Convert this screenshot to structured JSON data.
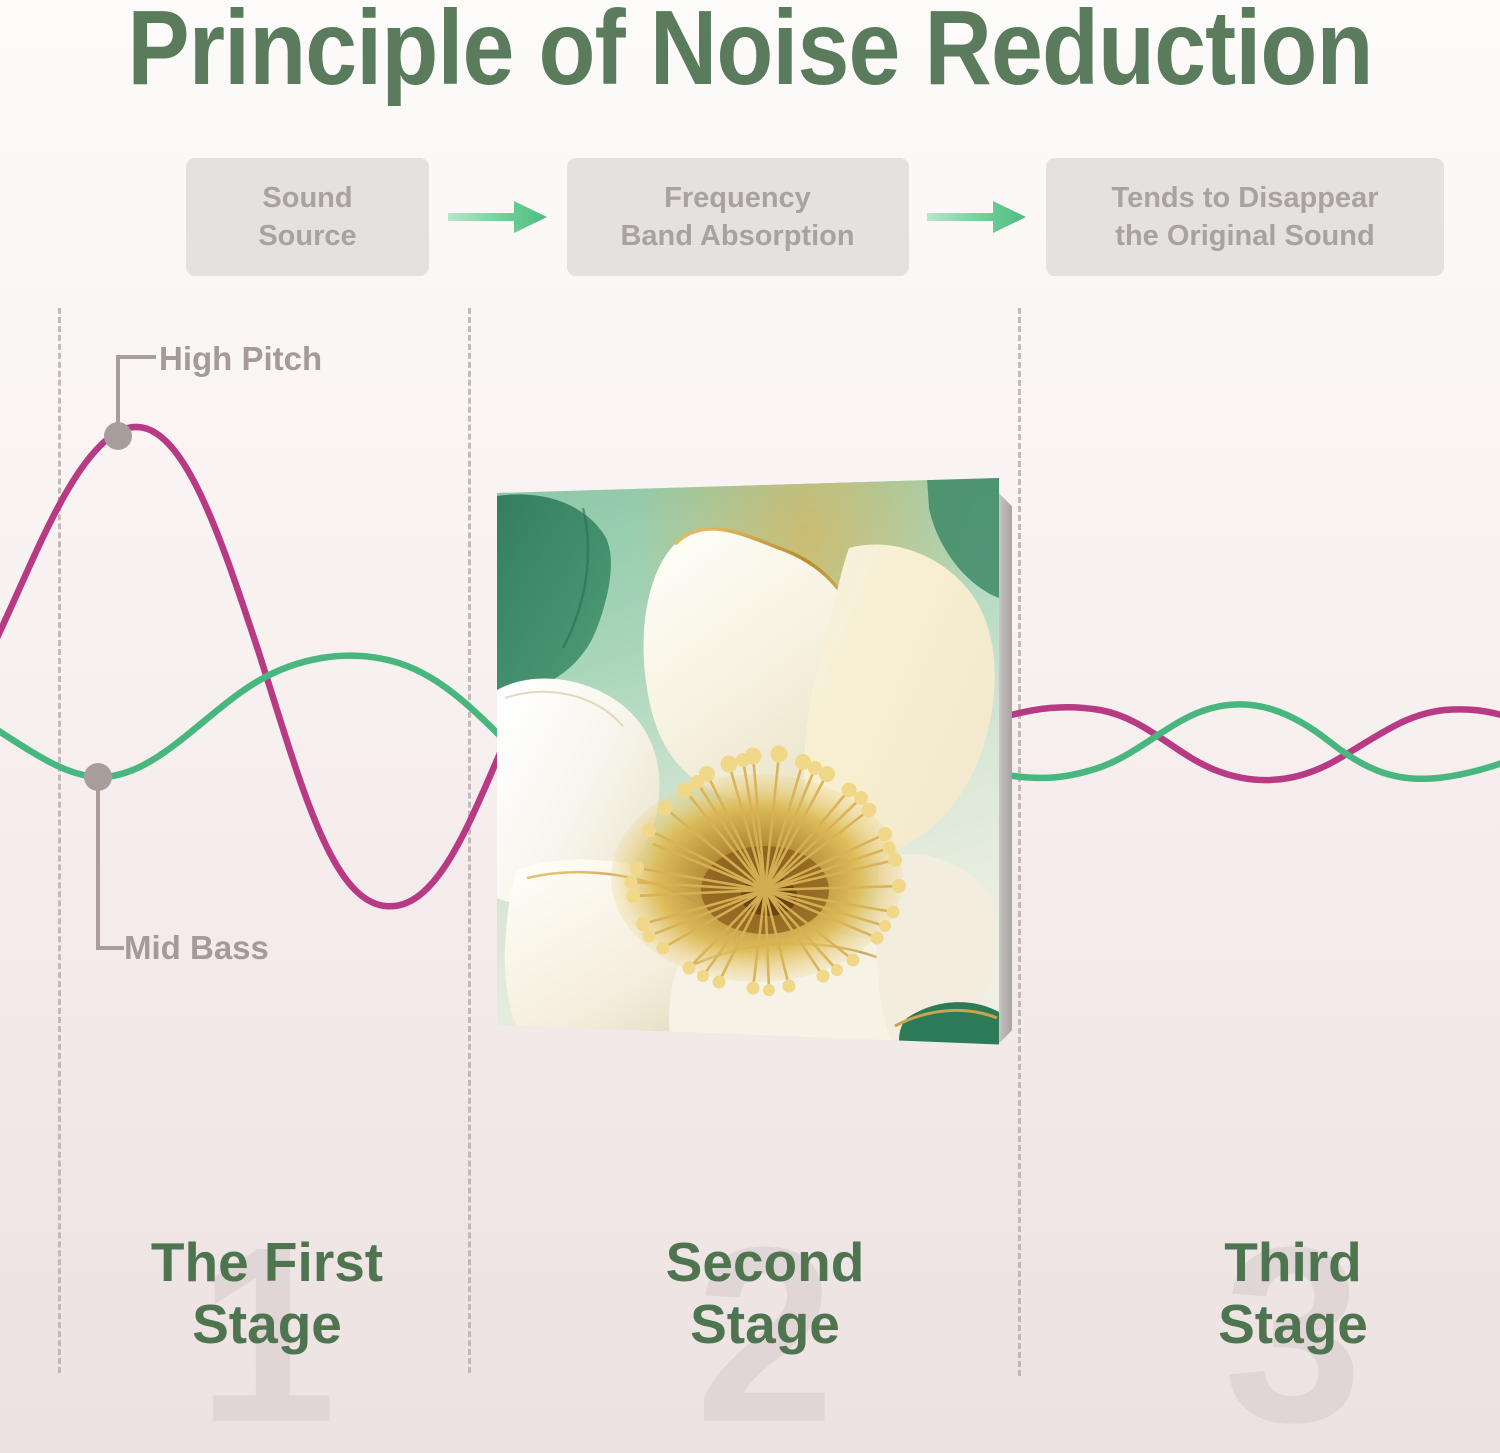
{
  "page": {
    "title": "Principle of Noise Reduction",
    "title_color": "#5a7b5c",
    "background_top": "#fdfbfa",
    "background_bottom": "#ece2e2"
  },
  "flow": {
    "steps": [
      {
        "id": "sound-source",
        "label": "Sound\nSource"
      },
      {
        "id": "frequency-band",
        "label": "Frequency\nBand Absorption"
      },
      {
        "id": "disappear-sound",
        "label": "Tends to Disappear\nthe Original Sound"
      }
    ],
    "arrow_label": "arrow-right",
    "box_color": "#e4e1e0",
    "box_text_color": "#a9a29f",
    "arrow_color": "#5fc68c"
  },
  "waves": {
    "high_pitch": {
      "name": "High Pitch",
      "color": "#b83a85"
    },
    "mid_bass": {
      "name": "Mid Bass",
      "color": "#48b77f"
    },
    "callout_color": "#a49a97",
    "dot_color": "#a89d9a"
  },
  "callouts": [
    {
      "id": "high-pitch",
      "label": "High Pitch"
    },
    {
      "id": "mid-bass",
      "label": "Mid Bass"
    }
  ],
  "artwork": {
    "name": "white-magnolia-flower-canvas",
    "alt": "White magnolia flower with gold stamens on green background"
  },
  "stages": [
    {
      "number": "1",
      "caption": "The First\nStage"
    },
    {
      "number": "2",
      "caption": "Second\nStage"
    },
    {
      "number": "3",
      "caption": "Third\nStage"
    }
  ],
  "chart_data": {
    "type": "line",
    "title": "Principle of Noise Reduction",
    "xlabel": "",
    "ylabel": "",
    "description": "Two sound waveforms (High Pitch and Mid Bass) that begin at large amplitude in stage 1, pass through the absorbing panel in stage 2, and emerge strongly attenuated in stage 3.",
    "stage_boundaries_x": [
      58,
      468,
      1018
    ],
    "baseline_y": 745,
    "series": [
      {
        "name": "High Pitch",
        "color": "#b83a85",
        "points": [
          [
            -30,
            700
          ],
          [
            30,
            540
          ],
          [
            70,
            470
          ],
          [
            115,
            433
          ],
          [
            165,
            460
          ],
          [
            230,
            600
          ],
          [
            290,
            760
          ],
          [
            345,
            890
          ],
          [
            400,
            905
          ],
          [
            455,
            830
          ],
          [
            500,
            740
          ],
          [
            545,
            660
          ],
          [
            1000,
            716
          ],
          [
            1070,
            706
          ],
          [
            1140,
            722
          ],
          [
            1210,
            760
          ],
          [
            1280,
            775
          ],
          [
            1350,
            748
          ],
          [
            1420,
            713
          ],
          [
            1500,
            712
          ]
        ],
        "stage1_amplitude": 160,
        "stage3_amplitude": 20
      },
      {
        "name": "Mid Bass",
        "color": "#48b77f",
        "points": [
          [
            -30,
            712
          ],
          [
            40,
            755
          ],
          [
            98,
            778
          ],
          [
            165,
            760
          ],
          [
            235,
            700
          ],
          [
            310,
            656
          ],
          [
            390,
            660
          ],
          [
            455,
            700
          ],
          [
            520,
            750
          ],
          [
            560,
            782
          ],
          [
            1000,
            775
          ],
          [
            1070,
            778
          ],
          [
            1140,
            752
          ],
          [
            1215,
            712
          ],
          [
            1285,
            706
          ],
          [
            1355,
            737
          ],
          [
            1425,
            775
          ],
          [
            1500,
            768
          ]
        ],
        "stage1_amplitude": 62,
        "stage3_amplitude": 20
      }
    ],
    "markers": [
      {
        "label": "High Pitch",
        "x": 118,
        "y": 435
      },
      {
        "label": "Mid Bass",
        "x": 98,
        "y": 776
      }
    ],
    "legend": [
      "High Pitch",
      "Mid Bass"
    ],
    "grid": false
  }
}
